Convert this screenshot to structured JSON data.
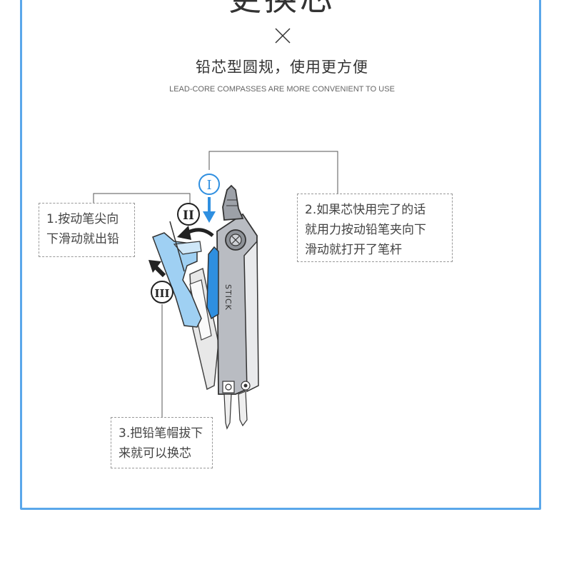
{
  "heading": "更换芯",
  "subtitle": "铅芯型圆规，使用更方便",
  "subtitle_en": "LEAD-CORE COMPASSES ARE MORE CONVENIENT TO USE",
  "steps": [
    {
      "lines": [
        "1.按动笔尖向",
        "下滑动就出铅"
      ]
    },
    {
      "lines": [
        "2.如果芯快用完了的话",
        "就用力按动铅笔夹向下",
        "滑动就打开了笔杆"
      ]
    },
    {
      "lines": [
        "3.把铅笔帽拔下",
        "来就可以换芯"
      ]
    }
  ],
  "markers": [
    "I",
    "II",
    "III"
  ],
  "compass_brand": "STICK",
  "colors": {
    "frame": "#5aa7ea",
    "accent_blue": "#2f8fe0",
    "light_blue": "#9fd0f3"
  },
  "icons": [
    "cross-icon",
    "arrow-down-icon",
    "arrow-curved-icon",
    "arrow-up-left-icon"
  ]
}
